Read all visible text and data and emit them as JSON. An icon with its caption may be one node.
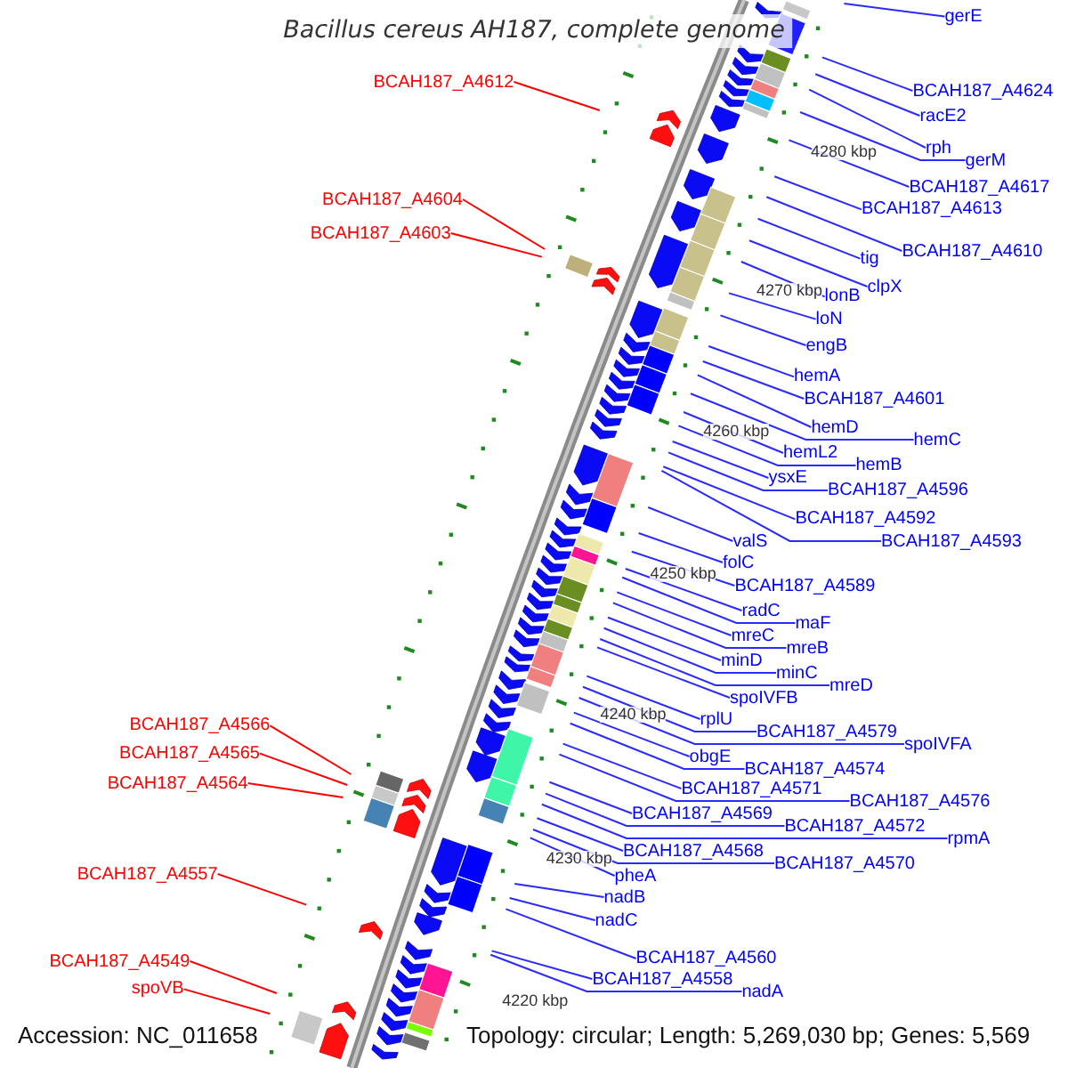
{
  "diagram": {
    "title": "Bacillus cereus AH187, complete genome",
    "nodes": [
      {
        "text": [
          "gerE"
        ]
      },
      {
        "text": [
          "BCAH187_A4612"
        ]
      },
      {
        "text": [
          "BCAH187_A4624"
        ]
      },
      {
        "text": [
          "racE2"
        ]
      },
      {
        "text": [
          "rph"
        ]
      },
      {
        "text": [
          "gerM"
        ]
      },
      {
        "text": [
          "BCAH187_A4617"
        ]
      },
      {
        "text": [
          "BCAH187_A4604"
        ]
      },
      {
        "text": [
          "BCAH187_A4613"
        ]
      },
      {
        "text": [
          "BCAH187_A4603"
        ]
      },
      {
        "text": [
          "BCAH187_A4610"
        ]
      },
      {
        "text": [
          "tig"
        ]
      },
      {
        "text": [
          "clpX"
        ]
      },
      {
        "text": [
          "lonB"
        ]
      },
      {
        "text": [
          "loN"
        ]
      },
      {
        "text": [
          "engB"
        ]
      },
      {
        "text": [
          "hemA"
        ]
      },
      {
        "text": [
          "BCAH187_A4601"
        ]
      },
      {
        "text": [
          "hemD"
        ]
      },
      {
        "text": [
          "hemC"
        ]
      },
      {
        "text": [
          "hemL2"
        ]
      },
      {
        "text": [
          "hemB"
        ]
      },
      {
        "text": [
          "ysxE"
        ]
      },
      {
        "text": [
          "BCAH187_A4596"
        ]
      },
      {
        "text": [
          "BCAH187_A4592"
        ]
      },
      {
        "text": [
          "valS"
        ]
      },
      {
        "text": [
          "BCAH187_A4593"
        ]
      },
      {
        "text": [
          "folC"
        ]
      },
      {
        "text": [
          "BCAH187_A4589"
        ]
      },
      {
        "text": [
          "radC"
        ]
      },
      {
        "text": [
          "maF"
        ]
      },
      {
        "text": [
          "mreC"
        ]
      },
      {
        "text": [
          "mreB"
        ]
      },
      {
        "text": [
          "minD"
        ]
      },
      {
        "text": [
          "minC"
        ]
      },
      {
        "text": [
          "mreD"
        ]
      },
      {
        "text": [
          "spoIVFB"
        ]
      },
      {
        "text": [
          "rplU"
        ]
      },
      {
        "text": [
          "BCAH187_A4566"
        ]
      },
      {
        "text": [
          "BCAH187_A4579"
        ]
      },
      {
        "text": [
          "spoIVFA"
        ]
      },
      {
        "text": [
          "obgE"
        ]
      },
      {
        "text": [
          "BCAH187_A4565"
        ]
      },
      {
        "text": [
          "BCAH187_A4574"
        ]
      },
      {
        "text": [
          "BCAH187_A4571"
        ]
      },
      {
        "text": [
          "BCAH187_A4564"
        ]
      },
      {
        "text": [
          "BCAH187_A4576"
        ]
      },
      {
        "text": [
          "BCAH187_A4569"
        ]
      },
      {
        "text": [
          "BCAH187_A4572"
        ]
      },
      {
        "text": [
          "rpmA"
        ]
      },
      {
        "text": [
          "BCAH187_A4568"
        ]
      },
      {
        "text": [
          "BCAH187_A4570"
        ]
      },
      {
        "text": [
          "pheA"
        ]
      },
      {
        "text": [
          "BCAH187_A4557"
        ]
      },
      {
        "text": [
          "nadB"
        ]
      },
      {
        "text": [
          "nadC"
        ]
      },
      {
        "text": [
          "BCAH187_A4560"
        ]
      },
      {
        "text": [
          "BCAH187_A4549"
        ]
      },
      {
        "text": [
          "BCAH187_A4558"
        ]
      },
      {
        "text": [
          "nadA"
        ]
      },
      {
        "text": [
          "spoVB"
        ]
      }
    ],
    "edges": [
      {
        "from": 0,
        "to": null,
        "arrow": "none"
      },
      {
        "from": 1,
        "to": null,
        "arrow": "none",
        "color": "#ff0000"
      },
      {
        "from": 2,
        "to": null,
        "arrow": "none"
      },
      {
        "from": 3,
        "to": null,
        "arrow": "none"
      },
      {
        "from": 4,
        "to": null,
        "arrow": "none"
      },
      {
        "from": 5,
        "to": null,
        "arrow": "none"
      },
      {
        "from": 6,
        "to": null,
        "arrow": "none"
      },
      {
        "from": 7,
        "to": null,
        "arrow": "none",
        "color": "#ff0000"
      },
      {
        "from": 8,
        "to": null,
        "arrow": "none"
      },
      {
        "from": 9,
        "to": null,
        "arrow": "none",
        "color": "#ff0000"
      },
      {
        "from": 10,
        "to": null,
        "arrow": "none"
      },
      {
        "from": 11,
        "to": null,
        "arrow": "none"
      },
      {
        "from": 12,
        "to": null,
        "arrow": "none"
      },
      {
        "from": 13,
        "to": null,
        "arrow": "none"
      },
      {
        "from": 14,
        "to": null,
        "arrow": "none"
      },
      {
        "from": 15,
        "to": null,
        "arrow": "none"
      },
      {
        "from": 16,
        "to": null,
        "arrow": "none"
      },
      {
        "from": 17,
        "to": null,
        "arrow": "none"
      },
      {
        "from": 18,
        "to": null,
        "arrow": "none"
      },
      {
        "from": 19,
        "to": null,
        "arrow": "none"
      },
      {
        "from": 20,
        "to": null,
        "arrow": "none"
      },
      {
        "from": 21,
        "to": null,
        "arrow": "none"
      },
      {
        "from": 22,
        "to": null,
        "arrow": "none"
      },
      {
        "from": 23,
        "to": null,
        "arrow": "none"
      },
      {
        "from": 24,
        "to": null,
        "arrow": "none"
      },
      {
        "from": 25,
        "to": null,
        "arrow": "none"
      },
      {
        "from": 26,
        "to": null,
        "arrow": "none"
      },
      {
        "from": 27,
        "to": null,
        "arrow": "none"
      },
      {
        "from": 28,
        "to": null,
        "arrow": "none"
      },
      {
        "from": 29,
        "to": null,
        "arrow": "none"
      },
      {
        "from": 30,
        "to": null,
        "arrow": "none"
      },
      {
        "from": 31,
        "to": null,
        "arrow": "none"
      },
      {
        "from": 32,
        "to": null,
        "arrow": "none"
      },
      {
        "from": 33,
        "to": null,
        "arrow": "none"
      },
      {
        "from": 34,
        "to": null,
        "arrow": "none"
      },
      {
        "from": 35,
        "to": null,
        "arrow": "none"
      },
      {
        "from": 36,
        "to": null,
        "arrow": "none"
      },
      {
        "from": 37,
        "to": null,
        "arrow": "none"
      },
      {
        "from": 38,
        "to": null,
        "arrow": "none",
        "color": "#ff0000"
      },
      {
        "from": 39,
        "to": null,
        "arrow": "none"
      },
      {
        "from": 40,
        "to": null,
        "arrow": "none"
      },
      {
        "from": 41,
        "to": null,
        "arrow": "none"
      },
      {
        "from": 42,
        "to": null,
        "arrow": "none",
        "color": "#ff0000"
      },
      {
        "from": 43,
        "to": null,
        "arrow": "none"
      },
      {
        "from": 44,
        "to": null,
        "arrow": "none"
      },
      {
        "from": 45,
        "to": null,
        "arrow": "none",
        "color": "#ff0000"
      },
      {
        "from": 46,
        "to": null,
        "arrow": "none"
      },
      {
        "from": 47,
        "to": null,
        "arrow": "none"
      },
      {
        "from": 48,
        "to": null,
        "arrow": "none"
      },
      {
        "from": 49,
        "to": null,
        "arrow": "none"
      },
      {
        "from": 50,
        "to": null,
        "arrow": "none"
      },
      {
        "from": 51,
        "to": null,
        "arrow": "none"
      },
      {
        "from": 52,
        "to": null,
        "arrow": "none"
      },
      {
        "from": 53,
        "to": null,
        "arrow": "none",
        "color": "#ff0000"
      },
      {
        "from": 54,
        "to": null,
        "arrow": "none"
      },
      {
        "from": 55,
        "to": null,
        "arrow": "none"
      },
      {
        "from": 56,
        "to": null,
        "arrow": "none"
      },
      {
        "from": 57,
        "to": null,
        "arrow": "none",
        "color": "#ff0000"
      },
      {
        "from": 58,
        "to": null,
        "arrow": "none"
      },
      {
        "from": 59,
        "to": null,
        "arrow": "none"
      },
      {
        "from": 60,
        "to": null,
        "arrow": "none",
        "color": "#ff0000"
      }
    ],
    "labels": [
      "4280 kbp",
      "4270 kbp",
      "4260 kbp",
      "4250 kbp",
      "4240 kbp",
      "4230 kbp",
      "4220 kbp",
      "Accession: NC_011658",
      "Topology: circular; Length: 5,269,030 bp; Genes: 5,569"
    ]
  }
}
